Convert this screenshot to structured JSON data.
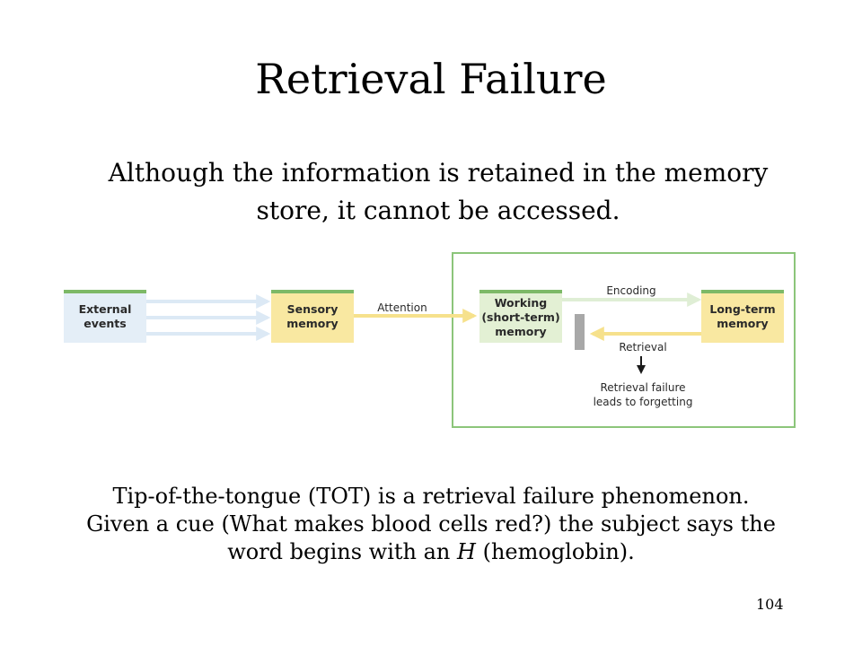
{
  "slide": {
    "title": "Retrieval Failure",
    "subtitle": "Although the information is retained in the memory store, it cannot be accessed.",
    "body": {
      "before_em": "Tip-of-the-tongue (TOT) is a retrieval failure phenomenon. Given a cue (What makes blood cells red?) the subject says the word begins with an ",
      "em": "H",
      "after_em": " (hemoglobin)."
    },
    "page_number": "104"
  },
  "diagram": {
    "boxes": {
      "external": [
        "External",
        "events"
      ],
      "sensory": [
        "Sensory",
        "memory"
      ],
      "working": [
        "Working",
        "(short-term)",
        "memory"
      ],
      "longterm": [
        "Long-term",
        "memory"
      ]
    },
    "labels": {
      "attention": "Attention",
      "encoding": "Encoding",
      "retrieval": "Retrieval",
      "failure": [
        "Retrieval failure",
        "leads to forgetting"
      ]
    },
    "colors": {
      "external_fill": "#e4eef7",
      "sensory_fill": "#f9e8a1",
      "working_fill": "#e3f0d4",
      "longterm_fill": "#f9e8a1",
      "box_topline": "#7db967",
      "frame_border": "#8cc57a",
      "arrow_light": "#dce9f5",
      "arrow_attention": "#f6e18c",
      "arrow_encoding": "#dfeed5",
      "arrow_retrieval": "#f6e18c",
      "blocker": "#a8a8a8",
      "text": "#2a2a2a"
    }
  }
}
